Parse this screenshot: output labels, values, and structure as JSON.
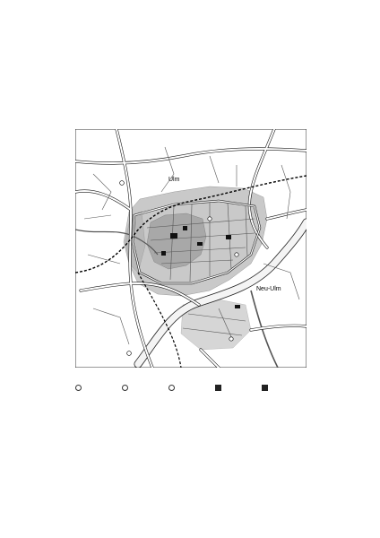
{
  "map": {
    "labels": {
      "ulm": "Ulm",
      "neu_ulm": "Neu-Ulm"
    }
  },
  "legend": {
    "items": [
      {
        "shape": "circle",
        "text": ""
      },
      {
        "shape": "circle",
        "text": ""
      },
      {
        "shape": "circle",
        "text": ""
      },
      {
        "shape": "square",
        "text": ""
      },
      {
        "shape": "square",
        "text": ""
      }
    ]
  },
  "colors": {
    "built_area": "#c9c9c9",
    "old_town": "#a8a8a8",
    "river": "#f4f4f4",
    "road": "#ffffff",
    "casing": "#1a1a1a",
    "frame": "#000000"
  }
}
